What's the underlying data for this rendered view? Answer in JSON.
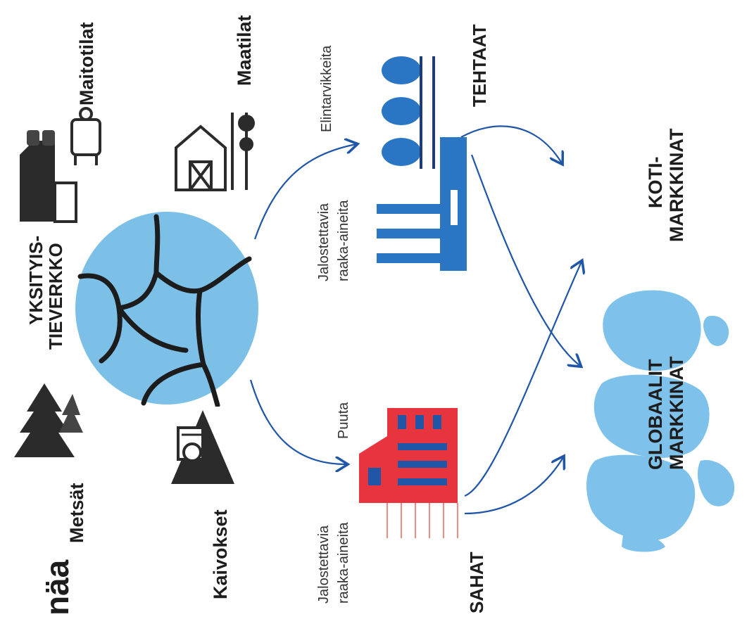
{
  "title_fragment": "näa",
  "sources": {
    "forests": "Metsät",
    "mines": "Kaivokset",
    "dairy_farms": "Maitotilat",
    "farms": "Maatilat"
  },
  "hub": {
    "line1": "YKSITYIS-",
    "line2": "TIEVERKKO"
  },
  "flows": {
    "wood": "Puuta",
    "raw_materials_left_1": "Jalostettavia",
    "raw_materials_left_2": "raaka-aineita",
    "raw_materials_right_1": "Jalostettavia",
    "raw_materials_right_2": "raaka-aineita",
    "food": "Elintarvikkeita"
  },
  "processors": {
    "sawmills": "SAHAT",
    "factories": "TEHTAAT"
  },
  "markets": {
    "global_1": "GLOBAALIT",
    "global_2": "MARKKINAT",
    "home_1": "KOTI-",
    "home_2": "MARKKINAT"
  },
  "colors": {
    "road_circle": "#7cc0e8",
    "arrow": "#1f56a8",
    "sawmill": "#e8343f",
    "factory": "#2a76c4",
    "map": "#7ec2ec",
    "ink": "#2b2b2b"
  }
}
